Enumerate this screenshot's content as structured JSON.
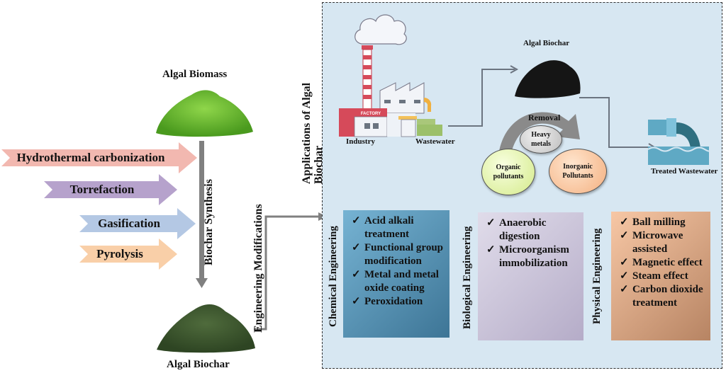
{
  "left": {
    "biomass_label": "Algal Biomass",
    "biochar_label": "Algal Biochar",
    "synthesis_label": "Biochar Synthesis",
    "engineering_label": "Engineering Modifications",
    "processes": [
      {
        "label": "Hydrothermal carbonization",
        "color": "#f2b8b0"
      },
      {
        "label": "Torrefaction",
        "color": "#b6a2cc"
      },
      {
        "label": "Gasification",
        "color": "#b4c8e4"
      },
      {
        "label": "Pyrolysis",
        "color": "#f9cfa8"
      }
    ]
  },
  "applications": {
    "title": "Applications of Algal Biochar",
    "industry_label": "Industry",
    "factory_sign": "FACTORY",
    "wastewater_label": "Wastewater",
    "biochar_label": "Algal Biochar",
    "removal_label": "Removal",
    "treated_label": "Treated Wastewater",
    "pollutants": [
      {
        "label": "Heavy metals",
        "color": "#d6d6d6"
      },
      {
        "label": "Organic pollutants",
        "color": "#e3f2b0"
      },
      {
        "label": "Inorganic Pollutants",
        "color": "#f8c7a0"
      }
    ]
  },
  "engineering": [
    {
      "title": "Chemical Engineering",
      "check": "✓",
      "items": [
        "Acid alkali treatment",
        "Functional group modification",
        "Metal and metal oxide coating",
        "Peroxidation"
      ]
    },
    {
      "title": "Biological Engineering",
      "check": "✓",
      "items": [
        "Anaerobic digestion",
        "Microorganism immobilization"
      ]
    },
    {
      "title": "Physical Engineering",
      "check": "✓",
      "items": [
        "Ball milling",
        "Microwave assisted",
        "Magnetic effect",
        "Steam effect",
        "Carbon dioxide treatment"
      ]
    }
  ],
  "colors": {
    "panel_bg": "#d7e7f2",
    "arrow_gray": "#808080",
    "chem_box": "#4f8fb0",
    "bio_box": "#c9c2d8",
    "phys_box": "#d9a07c"
  }
}
